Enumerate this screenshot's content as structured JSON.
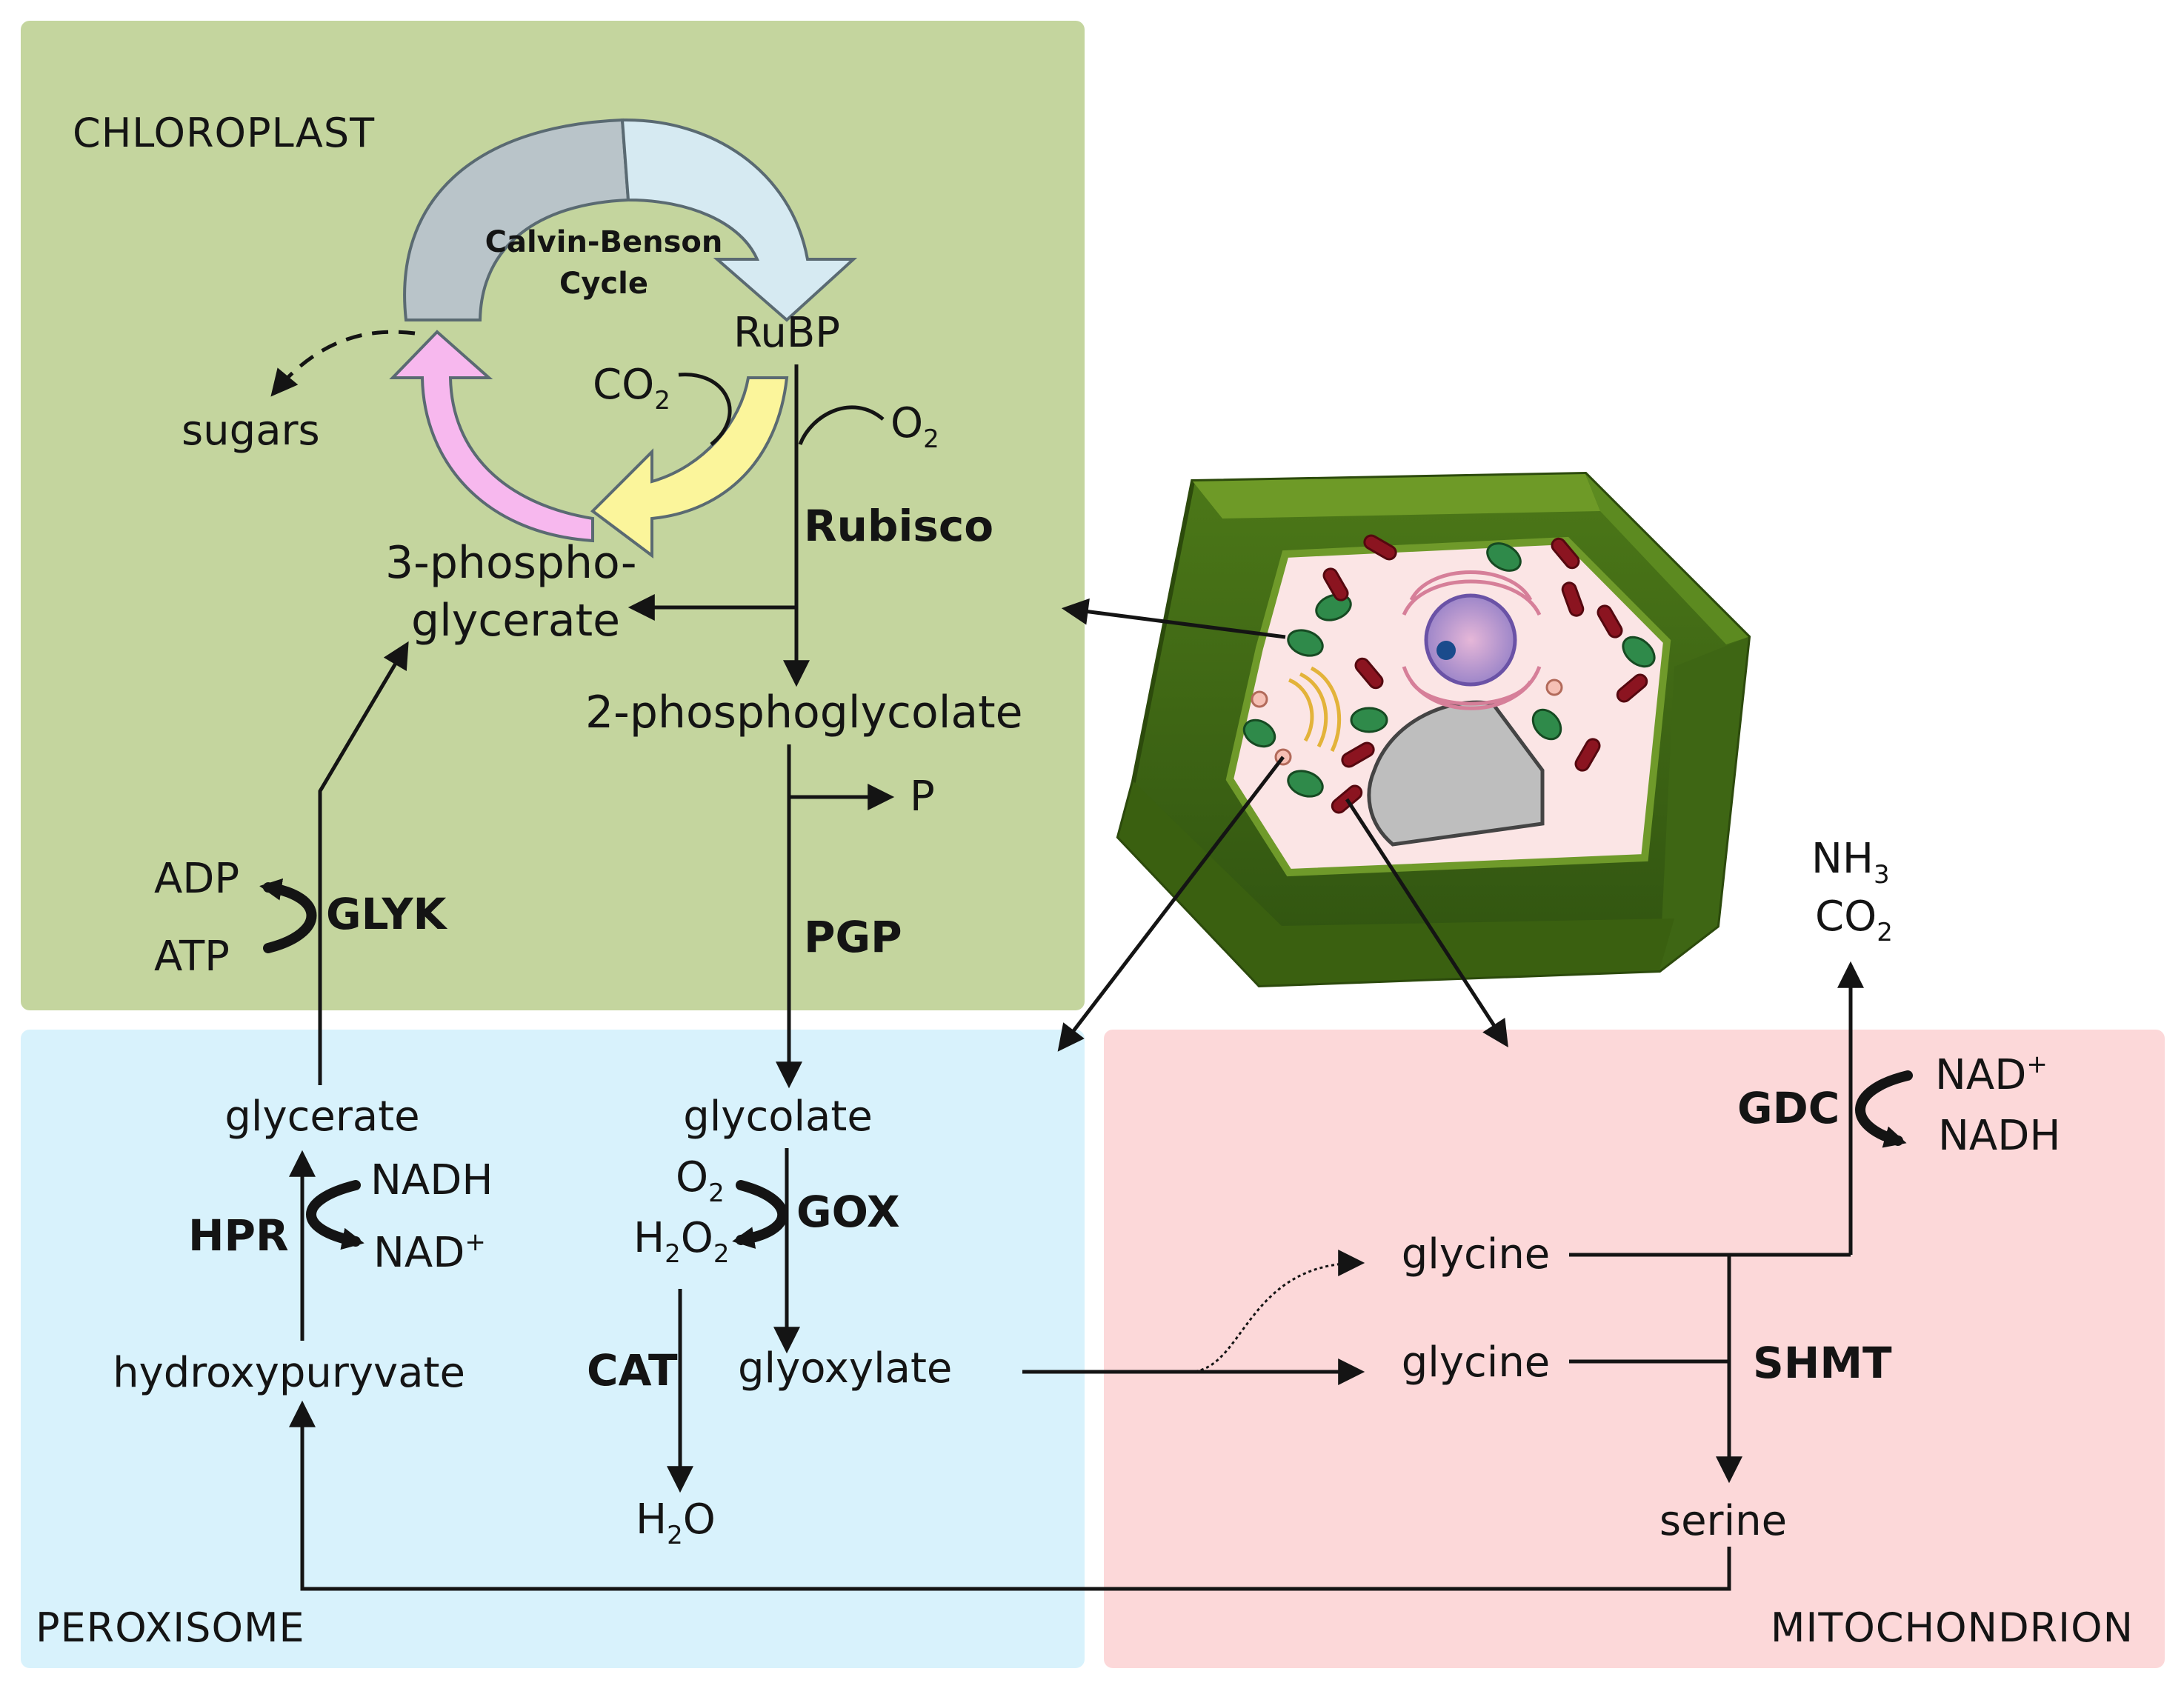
{
  "compartments": {
    "chloroplast": "CHLOROPLAST",
    "peroxisome": "PEROXISOME",
    "mitochondrion": "MITOCHONDRION"
  },
  "colors": {
    "chloroplast": "#c4d59e",
    "peroxisome": "#d8f2fc",
    "mitochondrion": "#fcd8d9",
    "arrow_gray": "#b9c4c9",
    "arrow_lightblue": "#d6eaf2",
    "arrow_yellow": "#fbf59b",
    "arrow_pink": "#f7b8ee",
    "cell_wall": "#4f7a1a",
    "cytoplasm": "#fbe5e5",
    "vacuole": "#bebebe",
    "chloroplast_organelle": "#2f8a4a",
    "mitochondria_organelle": "#8b1420",
    "nucleus": "#c7a3dc"
  },
  "cycle": {
    "line1": "Calvin-Benson",
    "line2": "Cycle"
  },
  "metabolites": {
    "rubp": "RuBP",
    "co2": "CO",
    "co2_sub": "2",
    "o2": "O",
    "o2_sub": "2",
    "sugars": "sugars",
    "pga_line1": "3-phospho-",
    "pga_line2": "glycerate",
    "pgly": "2-phosphoglycolate",
    "p": "P",
    "adp": "ADP",
    "atp": "ATP",
    "glycerate": "glycerate",
    "nadh_hpr": "NADH",
    "nad_hpr": "NAD",
    "nad_sup": "+",
    "hydroxypyruvate": "hydroxypuryvate",
    "glycolate": "glycolate",
    "o2_gox": "O",
    "o2_gox_sub": "2",
    "h2o2_h": "H",
    "h2o2_sub1": "2",
    "h2o2_o": "O",
    "h2o2_sub2": "2",
    "glyoxylate": "glyoxylate",
    "h2o_h": "H",
    "h2o_sub": "2",
    "h2o_o": "O",
    "nh3": "NH",
    "nh3_sub": "3",
    "co2_out": "CO",
    "co2_out_sub": "2",
    "nad_gdc": "NAD",
    "nadh_gdc": "NADH",
    "glycine1": "glycine",
    "glycine2": "glycine",
    "serine": "serine"
  },
  "enzymes": {
    "rubisco": "Rubisco",
    "pgp": "PGP",
    "glyk": "GLYK",
    "hpr": "HPR",
    "gox": "GOX",
    "cat": "CAT",
    "gdc": "GDC",
    "shmt": "SHMT"
  }
}
